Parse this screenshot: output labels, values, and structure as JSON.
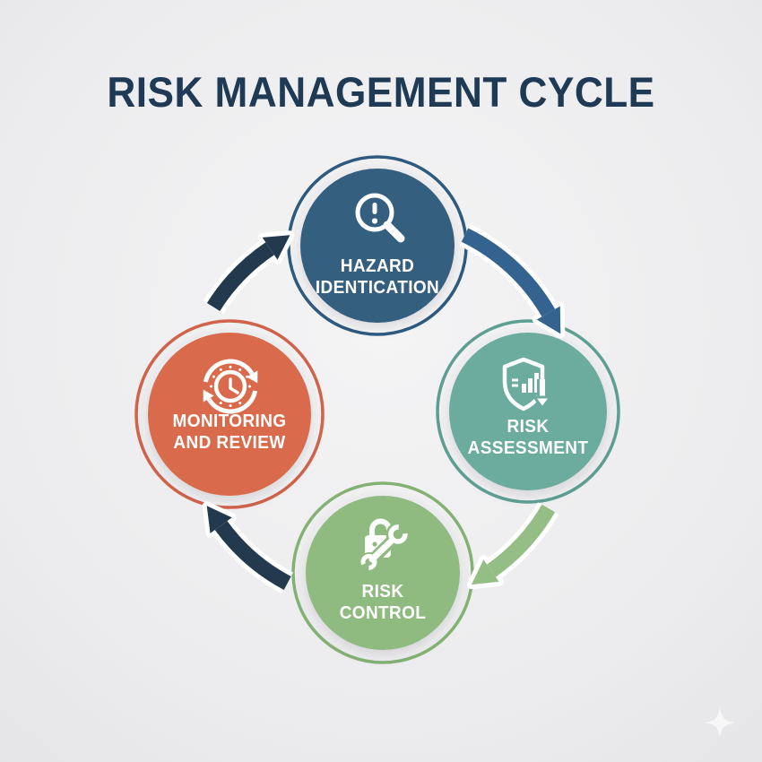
{
  "title": "RISK MANAGEMENT CYCLE",
  "title_color": "#1e3a55",
  "background_color": "#ececee",
  "label_text_color": "#ffffff",
  "nodes": [
    {
      "name": "hazard-identification",
      "lines": [
        "HAZARD",
        "IDENTICATION"
      ],
      "color": "#355e7e",
      "ring_color": "#2f5a80",
      "icon": "magnifier-alert-icon",
      "position": "top"
    },
    {
      "name": "risk-assessment",
      "lines": [
        "RISK",
        "ASSESSMENT"
      ],
      "color": "#6cac9e",
      "ring_color": "#5da092",
      "icon": "shield-graph-icon",
      "position": "right"
    },
    {
      "name": "risk-control",
      "lines": [
        "RISK",
        "CONTROL"
      ],
      "color": "#8fba80",
      "ring_color": "#83b274",
      "icon": "lock-wrench-icon",
      "position": "bottom"
    },
    {
      "name": "monitoring-and-review",
      "lines": [
        "MONITORING",
        "AND REVIEW"
      ],
      "color": "#d96a4b",
      "ring_color": "#d2634b",
      "icon": "clock-refresh-icon",
      "position": "left"
    }
  ],
  "arrows": [
    {
      "name": "arrow-hazard-to-assessment",
      "color": "#33638e",
      "direction": "clockwise"
    },
    {
      "name": "arrow-assessment-to-control",
      "color": "#95be86",
      "direction": "clockwise"
    },
    {
      "name": "arrow-control-to-monitoring",
      "color": "#233a4e",
      "direction": "clockwise"
    },
    {
      "name": "arrow-monitoring-to-hazard",
      "color": "#233a4e",
      "direction": "clockwise"
    }
  ],
  "decoration": {
    "sparkle_color": "#f7f7f8"
  }
}
